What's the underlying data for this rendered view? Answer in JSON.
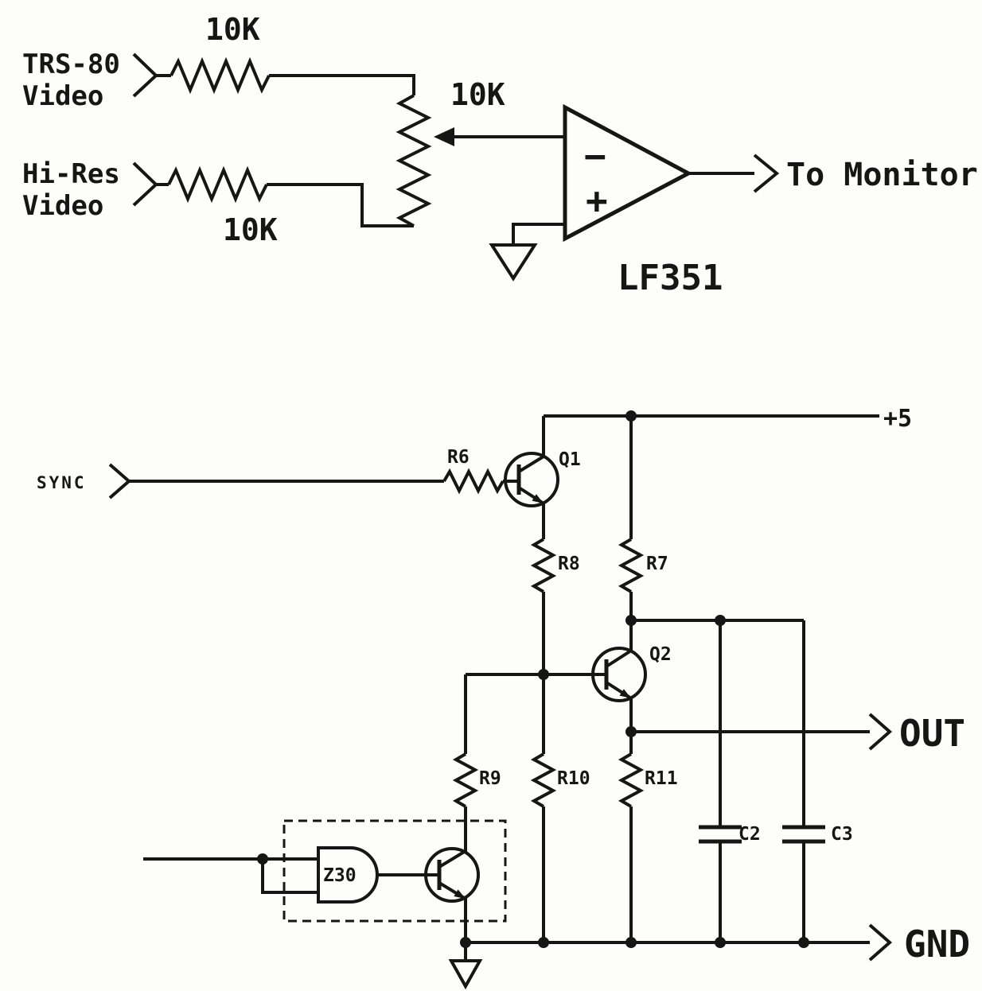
{
  "colors": {
    "ink": "#161616",
    "bg": "#fdfdfb"
  },
  "mixer": {
    "in1_l1": "TRS-80",
    "in1_l2": "Video",
    "in2_l1": "Hi-Res",
    "in2_l2": "Video",
    "r1": "10K",
    "r2": "10K",
    "pot": "10K",
    "minus": "−",
    "plus": "+",
    "part": "LF351",
    "out": "To Monitor"
  },
  "buffer": {
    "rail": "+5",
    "sync": "SYNC",
    "r6": "R6",
    "r7": "R7",
    "r8": "R8",
    "r9": "R9",
    "r10": "R10",
    "r11": "R11",
    "q1": "Q1",
    "q2": "Q2",
    "z30": "Z30",
    "c2": "C2",
    "c3": "C3",
    "out": "OUT",
    "gnd": "GND"
  }
}
